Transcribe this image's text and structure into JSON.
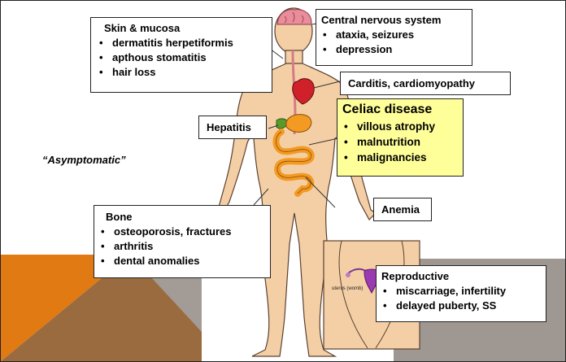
{
  "colors": {
    "orange_accent": "#e17a12",
    "brown_accent": "#9a6b3f",
    "gray_accent": "#9f9792",
    "celiac_highlight": "#ffff9a",
    "intestine": "#f39a22",
    "heart": "#d0202a",
    "brain": "#e98d9a"
  },
  "boxes": {
    "skin": {
      "title": "Skin & mucosa",
      "items": [
        "dermatitis herpetiformis",
        "apthous stomatitis",
        "hair loss"
      ]
    },
    "cns": {
      "title": "Central nervous system",
      "items": [
        "ataxia, seizures",
        "depression"
      ]
    },
    "carditis": {
      "title": "Carditis, cardiomyopathy"
    },
    "hepatitis": {
      "title": "Hepatitis"
    },
    "celiac": {
      "title": "Celiac disease",
      "items": [
        "villous atrophy",
        "malnutrition",
        "malignancies"
      ]
    },
    "anemia": {
      "title": "Anemia"
    },
    "bone": {
      "title": "Bone",
      "items": [
        "osteoporosis, fractures",
        "arthritis",
        "dental anomalies"
      ]
    },
    "reproductive": {
      "title": "Reproductive",
      "items": [
        "miscarriage, infertility",
        "delayed puberty, SS"
      ]
    }
  },
  "labels": {
    "asymptomatic": "“Asymptomatic”",
    "uterus": "uterus (womb)"
  }
}
